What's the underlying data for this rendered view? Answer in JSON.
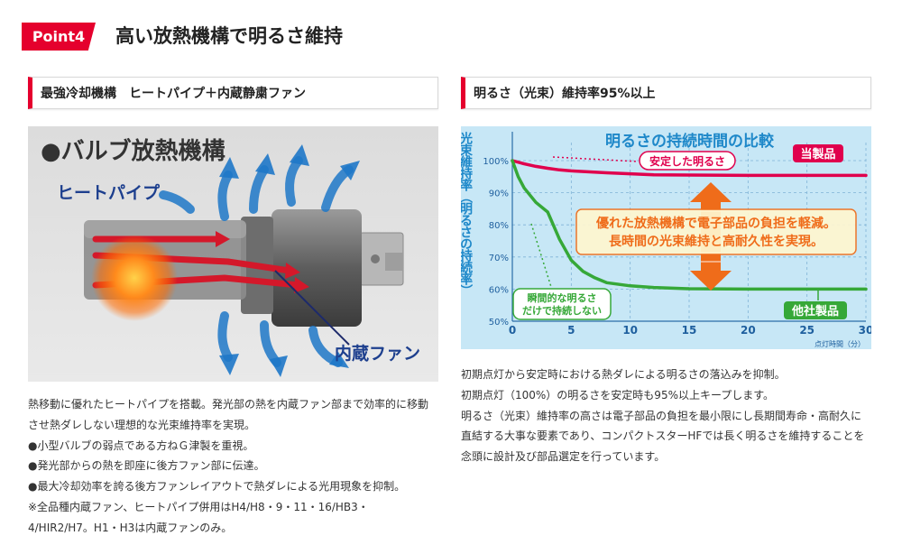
{
  "header": {
    "badge": "Point4",
    "title": "高い放熱機構で明るさ維持"
  },
  "left": {
    "heading": "最強冷却機構　ヒートパイプ＋内蔵静粛ファン",
    "illustration": {
      "title": "●バルブ放熱機構",
      "label_heatpipe": "ヒートパイプ",
      "label_fan": "内蔵ファン"
    },
    "paragraphs": [
      "熱移動に優れたヒートパイプを搭載。発光部の熱を内蔵ファン部まで効率的に移動させ熱ダレしない理想的な光束維持率を実現。",
      "●小型バルブの弱点である方ねＧ津製を重視。",
      "●発光部からの熱を即座に後方ファン部に伝達。",
      "●最大冷却効率を誇る後方ファンレイアウトで熱ダレによる光用現象を抑制。",
      "※全品種内蔵ファン、ヒートパイプ併用はH4/H8・9・11・16/HB3・4/HIR2/H7。H1・H3は内蔵ファンのみ。"
    ]
  },
  "right": {
    "heading": "明るさ（光束）維持率95%以上",
    "paragraphs": [
      "初期点灯から安定時における熱ダレによる明るさの落込みを抑制。",
      "初期点灯（100%）の明るさを安定時も95%以上キープします。",
      "明るさ（光束）維持率の高さは電子部品の負担を最小限にし長期間寿命・高耐久に直結する大事な要素であり、コンパクトスターHFでは長く明るさを維持することを念頭に設計及び部品選定を行っています。"
    ]
  },
  "colors": {
    "accent": "#e5002d",
    "chart_bg": "#c7e7f6",
    "ours": "#e0004d",
    "others": "#36a838",
    "title_blue": "#1e88c9",
    "callout_orange": "#ef6c1a"
  },
  "chart_data": {
    "type": "line",
    "title": "明るさの持続時間の比較",
    "ylabel": "光束維持率（明るさの持続率）",
    "xlabel": "点灯時間（分）",
    "xlim": [
      0,
      30
    ],
    "ylim": [
      50,
      100
    ],
    "xticks": [
      "0",
      "5",
      "10",
      "15",
      "20",
      "25",
      "30"
    ],
    "yticks": [
      "50%",
      "60%",
      "70%",
      "80%",
      "90%",
      "100%"
    ],
    "grid": true,
    "series": [
      {
        "name": "当製品",
        "x": [
          0,
          1,
          2,
          3,
          4,
          5,
          8,
          10,
          12,
          15,
          20,
          25,
          30
        ],
        "y": [
          100,
          99,
          98.2,
          97.6,
          97.1,
          96.8,
          96.2,
          95.9,
          95.6,
          95.5,
          95.4,
          95.4,
          95.4
        ]
      },
      {
        "name": "他社製品",
        "x": [
          0,
          0.5,
          1,
          2,
          3,
          4,
          5,
          6,
          7,
          8,
          10,
          12,
          15,
          20,
          25,
          30
        ],
        "y": [
          100,
          95,
          91.5,
          87,
          84,
          75.5,
          69,
          65.5,
          63.5,
          62,
          61,
          60.5,
          60.1,
          60,
          60,
          60
        ]
      }
    ],
    "annotations": [
      "安定した明るさ",
      "優れた放熱機構で電子部品の負担を軽減。",
      "長時間の光束維持と高耐久性を実現。",
      "瞬間的な明るさ",
      "だけで持続しない"
    ]
  }
}
